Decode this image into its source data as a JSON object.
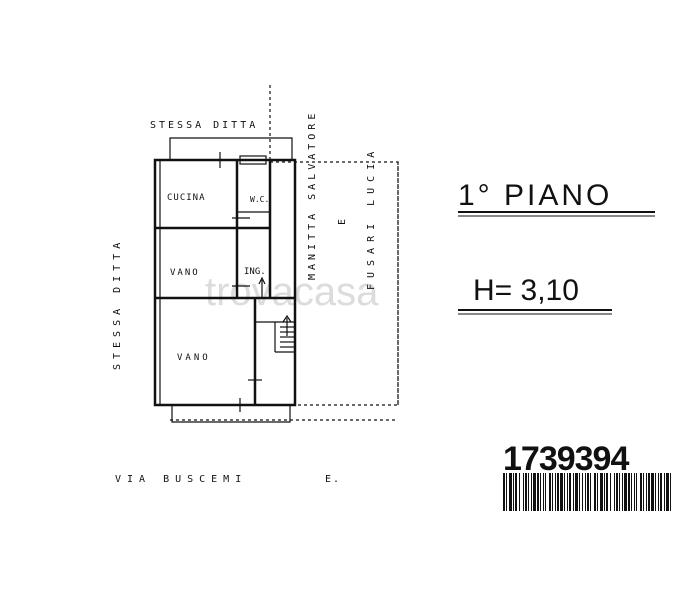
{
  "labels": {
    "north_neighbor": "STESSA DITTA",
    "west_neighbor": "STESSA DITTA",
    "east_neighbor_1": "MANITTA SALVATORE",
    "east_neighbor_and": "E",
    "east_neighbor_2": "FUSARI LUCIA",
    "street": "VIA BUSCEMI",
    "street_suffix": "E."
  },
  "rooms": {
    "kitchen": "CUCINA",
    "wc": "W.C.",
    "room_1": "VANO",
    "entrance": "ING.",
    "room_2": "VANO"
  },
  "floor": {
    "title": "1° PIANO",
    "height": "H= 3,10"
  },
  "barcode": {
    "number": "1739394"
  },
  "watermark": "trovacasa"
}
